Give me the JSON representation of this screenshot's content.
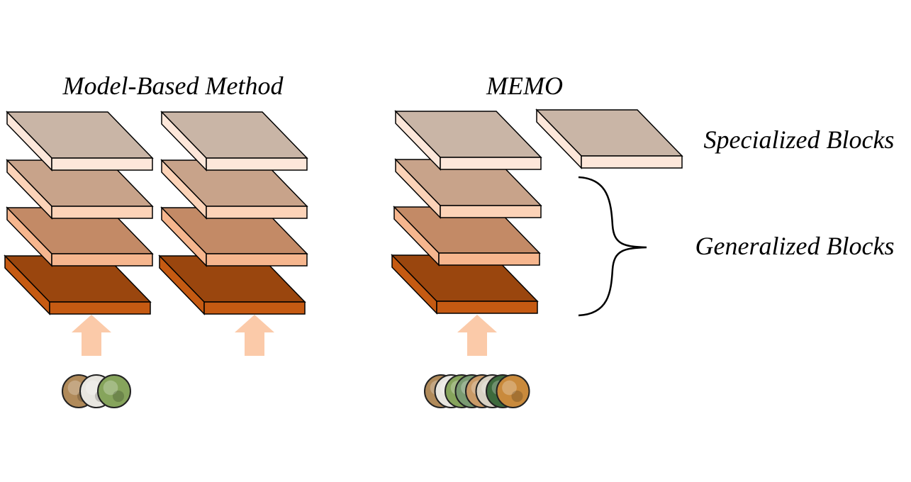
{
  "titles": {
    "model_based": "Model-Based Method",
    "memo": "MEMO"
  },
  "labels": {
    "specialized": "Specialized Blocks",
    "generalized": "Generalized Blocks"
  },
  "colors": {
    "block_level_1_top": "#c9b5a6",
    "block_level_1_side": "#fde7da",
    "block_level_2_top": "#c8a38a",
    "block_level_2_side": "#fcd3b8",
    "block_level_3_top": "#c38a66",
    "block_level_3_side": "#f6b68e",
    "block_level_4_top": "#9a460e",
    "block_level_4_side": "#c55a12",
    "arrow": "#fbcaa9",
    "outline": "#000000"
  },
  "icons": {
    "model_based_inputs": [
      "tiger-image-icon",
      "panda-image-icon",
      "bird-image-icon"
    ],
    "memo_inputs": [
      "tiger-image-icon",
      "animal-image-icon",
      "animal-image-icon",
      "animal-image-icon",
      "animal-image-icon",
      "panda-image-icon",
      "animal-image-icon",
      "tiger-image-icon"
    ]
  }
}
